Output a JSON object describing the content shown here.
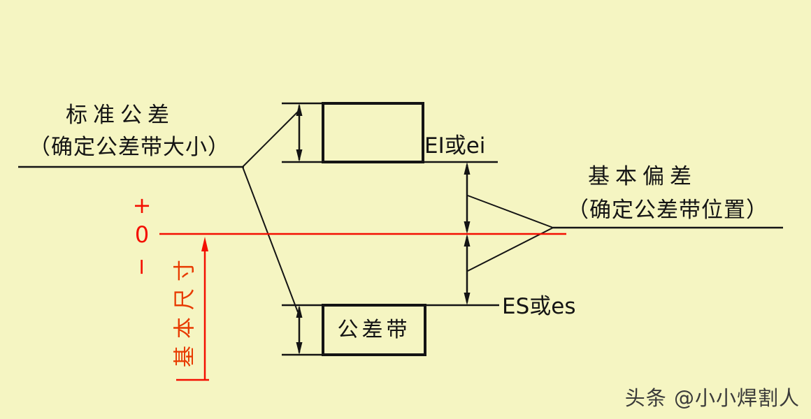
{
  "colors": {
    "background": "#f5f5c2",
    "ink": "#141414",
    "red_line": "#f40f00",
    "red_text": "#e83a00",
    "watermark": "#3a3a3a"
  },
  "labels": {
    "standard_tolerance": "标准公差",
    "standard_tolerance_note": "（确定公差带大小）",
    "basic_deviation": "基本偏差",
    "basic_deviation_note": "（确定公差带位置）",
    "ei_label": "EI或ei",
    "es_label": "ES或es",
    "tolerance_zone": "公差带",
    "basic_size": "基本尺寸",
    "plus": "+",
    "zero": "0",
    "minus": "−"
  },
  "watermark": {
    "text": "头条 @小小焊割人"
  }
}
